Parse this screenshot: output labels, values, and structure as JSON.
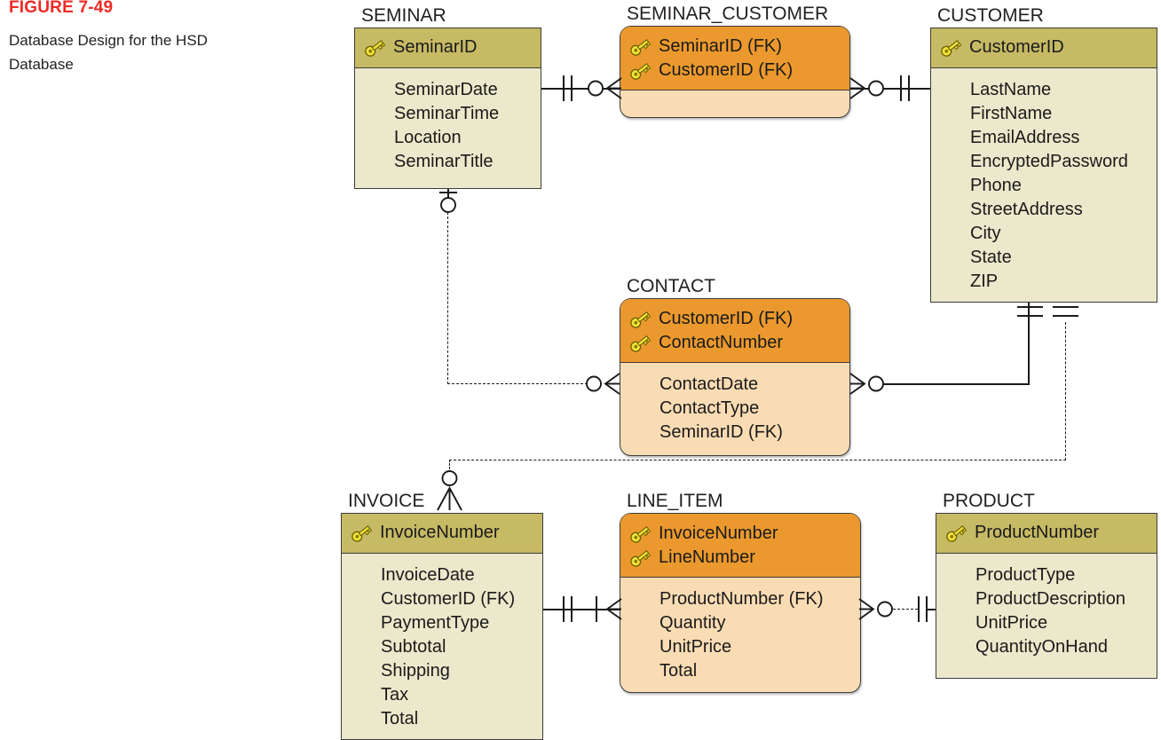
{
  "figure": {
    "label": "FIGURE 7-49",
    "caption": "Database Design for the HSD Database",
    "label_color": "#ee2a24"
  },
  "palette": {
    "strong_key_fill": "#c7ba65",
    "strong_body_fill": "#ece8cb",
    "weak_key_fill": "#eb992e",
    "weak_body_fill": "#fadcb4",
    "border": "#3c3c3c",
    "line": "#1a1a1a",
    "key_icon": "#f2e33c"
  },
  "entities": [
    {
      "id": "seminar",
      "name": "SEMINAR",
      "type": "strong",
      "keys": [
        "SeminarID"
      ],
      "attributes": [
        "SeminarDate",
        "SeminarTime",
        "Location",
        "SeminarTitle"
      ]
    },
    {
      "id": "seminar_customer",
      "name": "SEMINAR_CUSTOMER",
      "type": "weak",
      "keys": [
        "SeminarID (FK)",
        "CustomerID (FK)"
      ],
      "attributes": []
    },
    {
      "id": "customer",
      "name": "CUSTOMER",
      "type": "strong",
      "keys": [
        "CustomerID"
      ],
      "attributes": [
        "LastName",
        "FirstName",
        "EmailAddress",
        "EncryptedPassword",
        "Phone",
        "StreetAddress",
        "City",
        "State",
        "ZIP"
      ]
    },
    {
      "id": "contact",
      "name": "CONTACT",
      "type": "weak",
      "keys": [
        "CustomerID (FK)",
        "ContactNumber"
      ],
      "attributes": [
        "ContactDate",
        "ContactType",
        "SeminarID (FK)"
      ]
    },
    {
      "id": "invoice",
      "name": "INVOICE",
      "type": "strong",
      "keys": [
        "InvoiceNumber"
      ],
      "attributes": [
        "InvoiceDate",
        "CustomerID (FK)",
        "PaymentType",
        "Subtotal",
        "Shipping",
        "Tax",
        "Total"
      ]
    },
    {
      "id": "line_item",
      "name": "LINE_ITEM",
      "type": "weak",
      "keys": [
        "InvoiceNumber",
        "LineNumber"
      ],
      "attributes": [
        "ProductNumber (FK)",
        "Quantity",
        "UnitPrice",
        "Total"
      ]
    },
    {
      "id": "product",
      "name": "PRODUCT",
      "type": "strong",
      "keys": [
        "ProductNumber"
      ],
      "attributes": [
        "ProductType",
        "ProductDescription",
        "UnitPrice",
        "QuantityOnHand"
      ]
    }
  ],
  "relationships": [
    {
      "id": "seminar-to-seminar_customer",
      "from": "SEMINAR",
      "to": "SEMINAR_CUSTOMER",
      "line_style": "solid",
      "from_cardinality": "exactly-one",
      "to_cardinality": "zero-or-more"
    },
    {
      "id": "customer-to-seminar_customer",
      "from": "CUSTOMER",
      "to": "SEMINAR_CUSTOMER",
      "line_style": "solid",
      "from_cardinality": "exactly-one",
      "to_cardinality": "zero-or-more"
    },
    {
      "id": "seminar-to-contact",
      "from": "SEMINAR",
      "to": "CONTACT",
      "line_style": "dashed",
      "from_cardinality": "zero-or-one",
      "to_cardinality": "zero-or-more"
    },
    {
      "id": "customer-to-contact",
      "from": "CUSTOMER",
      "to": "CONTACT",
      "line_style": "solid",
      "from_cardinality": "exactly-one",
      "to_cardinality": "zero-or-more"
    },
    {
      "id": "customer-to-invoice",
      "from": "CUSTOMER",
      "to": "INVOICE",
      "line_style": "dashed",
      "from_cardinality": "exactly-one",
      "to_cardinality": "zero-or-more"
    },
    {
      "id": "invoice-to-line_item",
      "from": "INVOICE",
      "to": "LINE_ITEM",
      "line_style": "solid",
      "from_cardinality": "exactly-one",
      "to_cardinality": "one-or-more"
    },
    {
      "id": "product-to-line_item",
      "from": "PRODUCT",
      "to": "LINE_ITEM",
      "line_style": "dashed",
      "from_cardinality": "exactly-one",
      "to_cardinality": "zero-or-more"
    }
  ]
}
